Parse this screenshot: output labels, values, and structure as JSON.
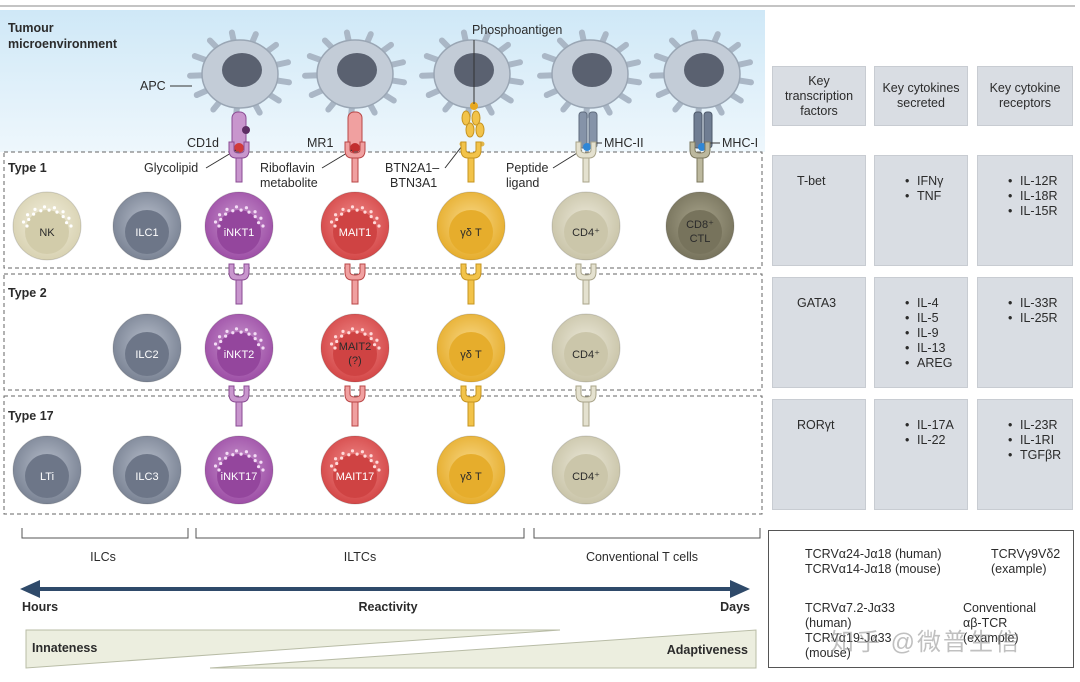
{
  "header": {
    "tme_line1": "Tumour",
    "tme_line2": "microenvironment",
    "phosphoantigen": "Phosphoantigen",
    "apc": "APC",
    "cd1d": "CD1d",
    "mr1": "MR1",
    "mhc2": "MHC-II",
    "mhc1": "MHC-I",
    "glycolipid": "Glycolipid",
    "riboflavin_1": "Riboflavin",
    "riboflavin_2": "metabolite",
    "btn_1": "BTN2A1–",
    "btn_2": "BTN3A1",
    "peptide_1": "Peptide",
    "peptide_2": "ligand"
  },
  "rows": [
    {
      "label": "Type 1",
      "cells": [
        "NK",
        "ILC1",
        "iNKT1",
        "MAIT1",
        "γδ T",
        "CD4⁺",
        "CD8⁺ CTL"
      ],
      "tf": "T-bet",
      "cytokines": [
        "IFNγ",
        "TNF"
      ],
      "receptors": [
        "IL-12R",
        "IL-18R",
        "IL-15R"
      ]
    },
    {
      "label": "Type 2",
      "cells": [
        "ILC2",
        "iNKT2",
        "MAIT2",
        "(?)",
        "γδ T",
        "CD4⁺"
      ],
      "tf": "GATA3",
      "cytokines": [
        "IL-4",
        "IL-5",
        "IL-9",
        "IL-13",
        "AREG"
      ],
      "receptors": [
        "IL-33R",
        "IL-25R"
      ]
    },
    {
      "label": "Type 17",
      "cells": [
        "LTi",
        "ILC3",
        "iNKT17",
        "MAIT17",
        "γδ T",
        "CD4⁺"
      ],
      "tf": "RORγt",
      "cytokines": [
        "IL-17A",
        "IL-22"
      ],
      "receptors": [
        "IL-23R",
        "IL-1RI",
        "TGFβR"
      ]
    }
  ],
  "panel_headers": {
    "tf": "Key transcription factors",
    "cytokines": "Key cytokines secreted",
    "receptors": "Key cytokine receptors"
  },
  "groups": {
    "ilcs": "ILCs",
    "iltcs": "ILTCs",
    "conventional": "Conventional T cells"
  },
  "axis": {
    "left": "Hours",
    "center": "Reactivity",
    "right": "Days",
    "innateness": "Innateness",
    "adaptiveness": "Adaptiveness"
  },
  "legend": {
    "inkt_1": "TCRVα24-Jα18 (human)",
    "inkt_2": "TCRVα14-Jα18 (mouse)",
    "gd_1": "TCRVγ9Vδ2",
    "gd_2": "(example)",
    "mait_1": "TCRVα7.2-Jα33",
    "mait_2": "(human)",
    "mait_3": "TCRVα19-Jα33",
    "mait_4": "(mouse)",
    "conv_1": "Conventional",
    "conv_2": "αβ-TCR",
    "conv_3": "(example)"
  },
  "watermark": "知乎 @微普生信",
  "colors": {
    "tme_bg": "#d6ecf8",
    "panel_bg": "#d9dde3",
    "inkt": "#b46dbb",
    "mait": "#e25d5d",
    "gd": "#f2c34a",
    "cd4": "#dad6c1",
    "cd8": "#8e8a72",
    "ilc": "#8e96a6",
    "nk": "#e7e2c8",
    "axis": "#2f4a6a"
  }
}
